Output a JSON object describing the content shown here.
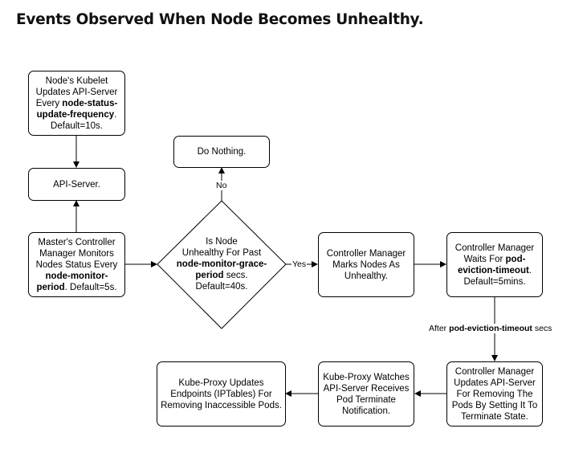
{
  "title": "Events Observed When Node Becomes Unhealthy.",
  "nodes": {
    "kubelet": {
      "line1": "Node's Kubelet",
      "line2": "Updates API-Server",
      "line3_prefix": "Every ",
      "bold": "node-status-update-frequency",
      "suffix": ".",
      "line_last": "Default=10s."
    },
    "api_server": {
      "label": "API-Server."
    },
    "do_nothing": {
      "label": "Do Nothing."
    },
    "controller_monitors": {
      "line1": "Master's Controller",
      "line2": "Manager Monitors",
      "line3": "Nodes Status Every",
      "bold": "node-monitor-period",
      "suffix": ". Default=5s."
    },
    "decision": {
      "line1": "Is Node",
      "line2": "Unhealthy For Past",
      "bold": "node-monitor-grace-period",
      "suffix": " secs.",
      "line_last": "Default=40s."
    },
    "marks_unhealthy": {
      "line1": "Controller Manager",
      "line2": "Marks Nodes As",
      "line3": "Unhealthy."
    },
    "waits": {
      "line1": "Controller Manager",
      "line2": "Waits For ",
      "bold": "pod-eviction-timeout",
      "suffix": ".",
      "line_last": "Default=5mins."
    },
    "removes_pods": {
      "line1": "Controller Manager",
      "line2": "Updates API-Server",
      "line3": "For Removing The",
      "line4": "Pods By Setting It To",
      "line5": "Terminate State."
    },
    "proxy_watches": {
      "line1": "Kube-Proxy Watches",
      "line2": "API-Server Receives",
      "line3": "Pod Terminate",
      "line4": "Notification."
    },
    "proxy_updates": {
      "line1": "Kube-Proxy Updates",
      "line2": "Endpoints (IPTables) For",
      "line3": "Removing Inaccessible Pods."
    }
  },
  "edge_labels": {
    "no": "No",
    "yes": "Yes",
    "after_prefix": "After ",
    "after_bold": "pod-eviction-timeout",
    "after_suffix": " secs"
  }
}
